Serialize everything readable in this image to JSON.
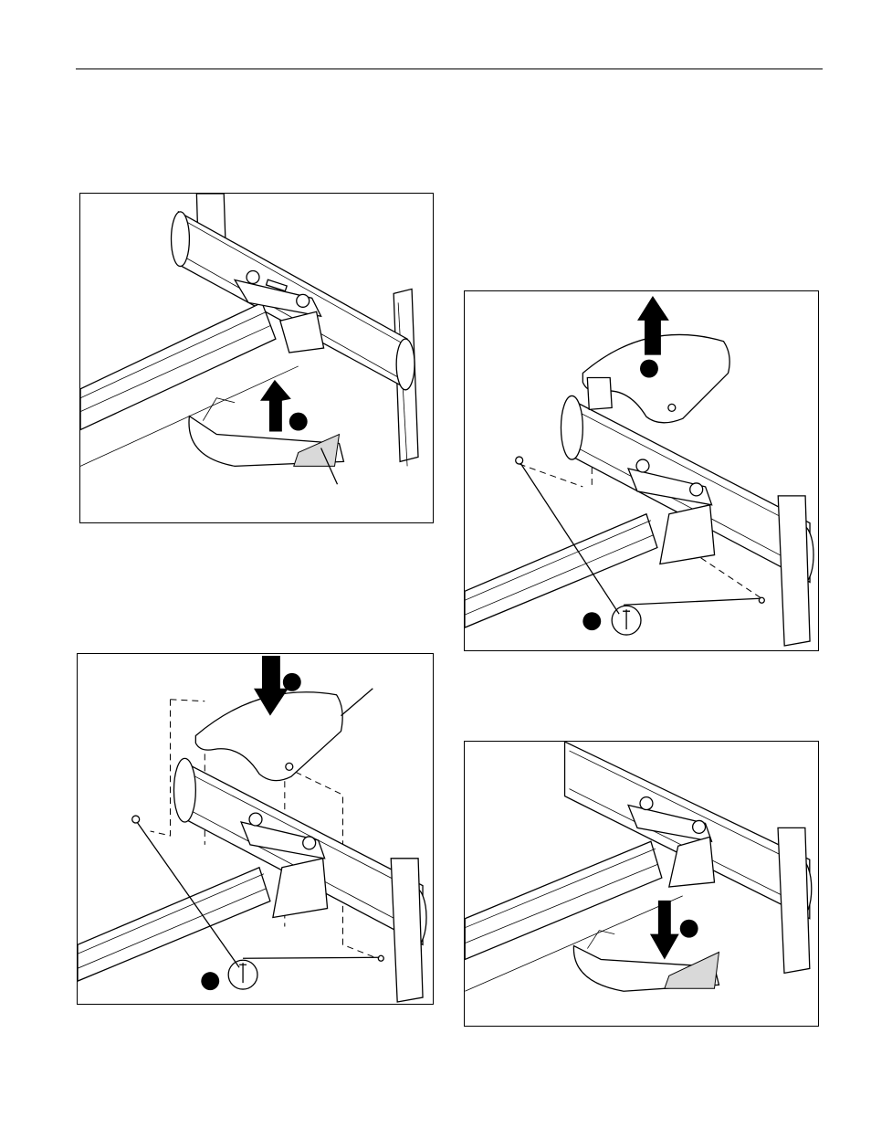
{
  "page": {
    "header_rule": true
  },
  "figures": [
    {
      "id": "fig-remove-lower-cover",
      "action": "lift-up",
      "callout_marker": "filled-circle"
    },
    {
      "id": "fig-remove-upper-cover",
      "action": "lift-up-after-unscrew",
      "callout_marker": "filled-circle"
    },
    {
      "id": "fig-install-upper-cover",
      "action": "lower-and-screw",
      "callout_marker": "filled-circle"
    },
    {
      "id": "fig-install-lower-cover",
      "action": "lower",
      "callout_marker": "filled-circle"
    }
  ],
  "icons": {
    "arrow": "thick-arrow-icon",
    "rotate": "screwdriver-rotate-icon",
    "marker": "callout-dot-icon"
  },
  "colors": {
    "line": "#000000",
    "background": "#ffffff"
  }
}
